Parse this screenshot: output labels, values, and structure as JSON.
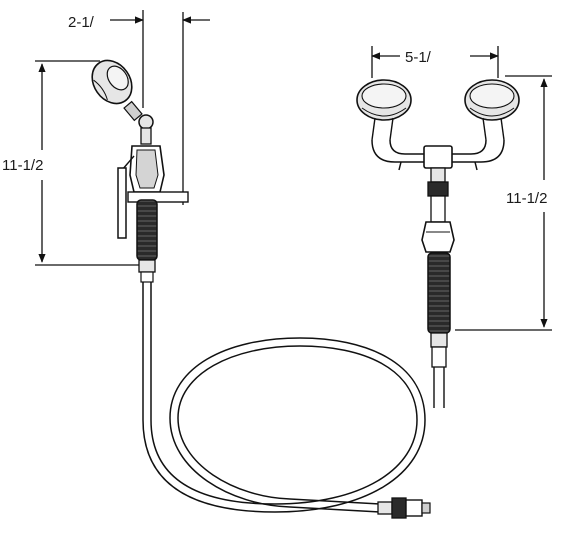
{
  "single_unit": {
    "width_dimension": "2-1/",
    "height_dimension": "11-1/2"
  },
  "dual_unit": {
    "width_dimension": "5-1/",
    "height_dimension": "11-1/2"
  },
  "colors": {
    "ink": "#111111",
    "fill_light": "#e6e6e6",
    "fill_dark": "#2a2a2a",
    "background": "#ffffff"
  }
}
